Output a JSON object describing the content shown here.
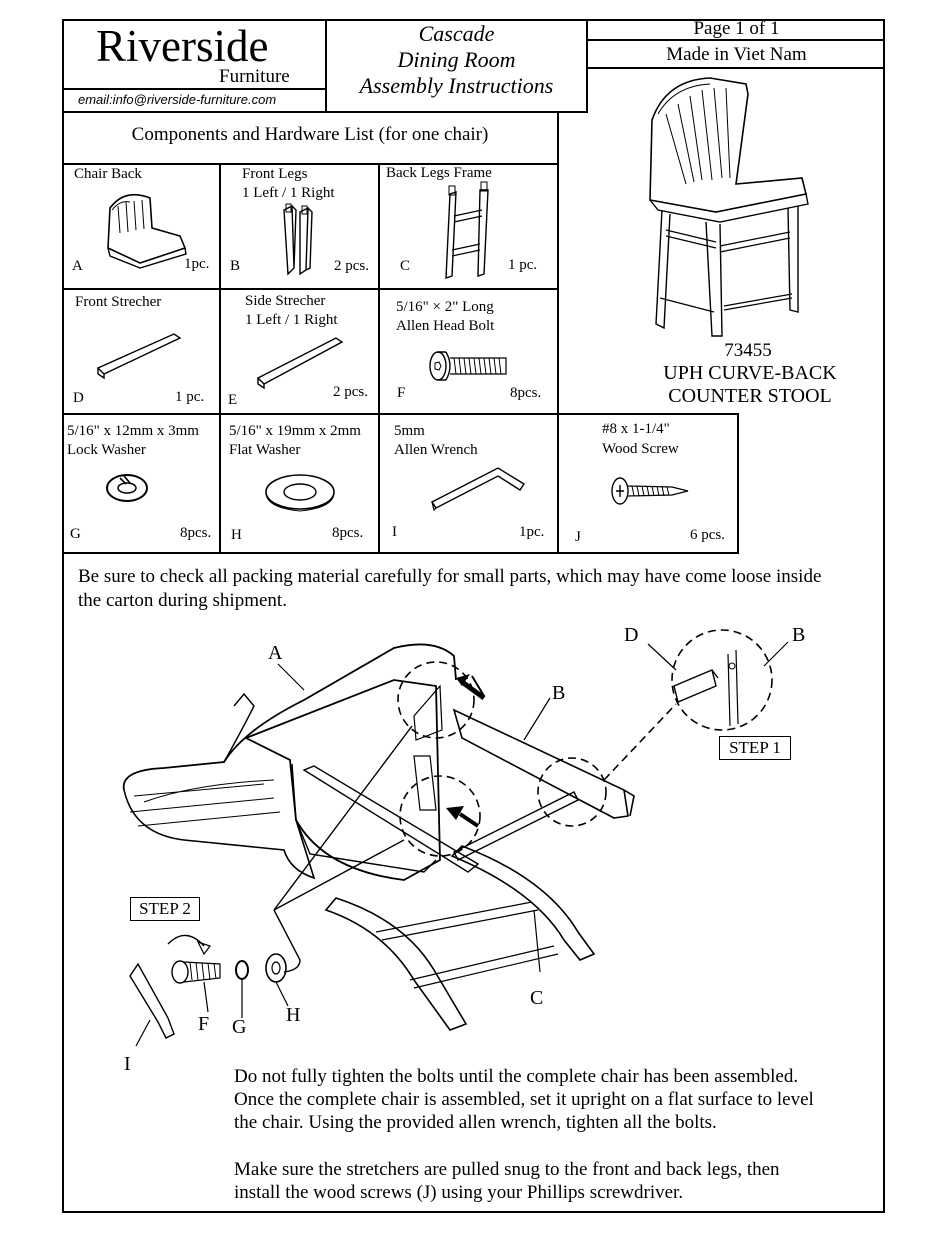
{
  "header": {
    "brand": "Riverside",
    "brand_sub": "Furniture",
    "email": "email:info@riverside-furniture.com",
    "title_line1": "Cascade",
    "title_line2": "Dining Room",
    "title_line3": "Assembly Instructions",
    "page": "Page 1 of 1",
    "origin": "Made in Viet Nam"
  },
  "components_title": "Components and Hardware  List (for one chair)",
  "parts": [
    {
      "name": "Chair Back",
      "name2": "",
      "letter": "A",
      "count": "1pc."
    },
    {
      "name": "Front Legs",
      "name2": "1 Left / 1 Right",
      "letter": "B",
      "count": "2 pcs."
    },
    {
      "name": "Back  Legs Frame",
      "name2": "",
      "letter": "C",
      "count": "1 pc."
    },
    {
      "name": "Front Strecher",
      "name2": "",
      "letter": "D",
      "count": "1 pc."
    },
    {
      "name": "Side Strecher",
      "name2": "1 Left / 1 Right",
      "letter": "E",
      "count": "2 pcs."
    },
    {
      "name": "5/16\" × 2\" Long",
      "name2": "Allen Head Bolt",
      "letter": "F",
      "count": "8pcs."
    },
    {
      "name": "5/16\" x 12mm x 3mm",
      "name2": "Lock Washer",
      "letter": "G",
      "count": "8pcs."
    },
    {
      "name": "5/16\" x 19mm x 2mm",
      "name2": "Flat Washer",
      "letter": "H",
      "count": "8pcs."
    },
    {
      "name": "5mm",
      "name2": "Allen Wrench",
      "letter": "I",
      "count": "1pc."
    },
    {
      "name": "#8 x 1-1/4\"",
      "name2": "Wood Screw",
      "letter": "J",
      "count": "6 pcs."
    }
  ],
  "product": {
    "number": "73455",
    "name_line1": "UPH CURVE-BACK",
    "name_line2": "COUNTER STOOL"
  },
  "notice_line1": "Be sure to check all packing material carefully for small parts, which may have come loose inside",
  "notice_line2": "the carton during shipment.",
  "diagram": {
    "step1": "STEP  1",
    "step2": "STEP  2",
    "label_A": "A",
    "label_B": "B",
    "label_C": "C",
    "label_D": "D",
    "label_B2": "B",
    "label_F": "F",
    "label_G": "G",
    "label_H": "H",
    "label_I": "I"
  },
  "instructions": {
    "p1_l1": "Do not fully tighten the bolts until the complete chair has been assembled.",
    "p1_l2": "Once the complete chair is assembled, set it upright on a flat surface to level",
    "p1_l3": "the chair. Using the provided allen wrench, tighten all the bolts.",
    "p2_l1": "Make sure the stretchers are pulled snug to the front and back legs, then",
    "p2_l2": "install the wood screws (J) using your Phillips screwdriver."
  }
}
